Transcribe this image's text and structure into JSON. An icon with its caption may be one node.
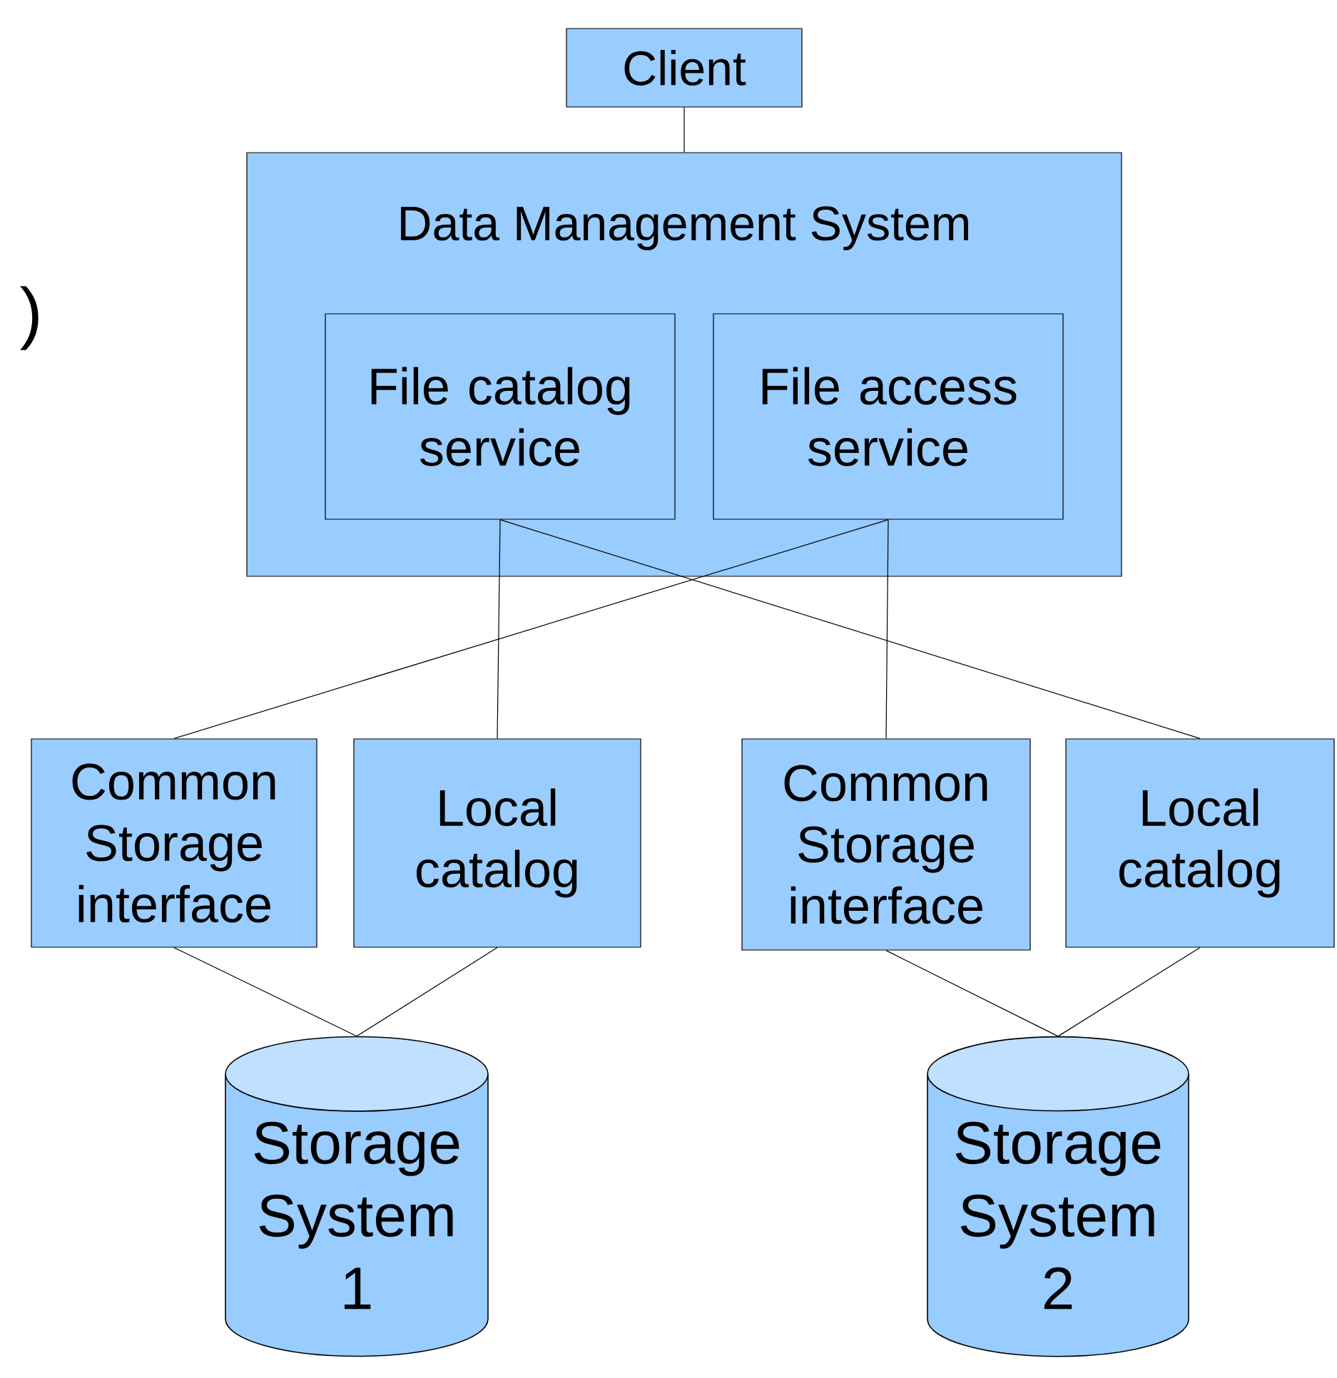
{
  "diagram": {
    "nodes": [
      {
        "text": [
          "Client"
        ]
      },
      {
        "text": [
          "Data Management System"
        ]
      },
      {
        "text": [
          "File catalog service"
        ],
        "in": 1
      },
      {
        "text": [
          "File access service"
        ],
        "in": 1
      },
      {
        "text": [
          "Common Storage interface"
        ]
      },
      {
        "text": [
          "Local catalog"
        ]
      },
      {
        "text": [
          "Common Storage interface"
        ]
      },
      {
        "text": [
          "Local catalog"
        ]
      },
      {
        "text": [
          "Storage System 1"
        ]
      },
      {
        "text": [
          "Storage System 2"
        ]
      }
    ],
    "edges": [
      {
        "from": 0,
        "to": 1,
        "arrow": "none"
      },
      {
        "from": 2,
        "to": 5,
        "arrow": "none"
      },
      {
        "from": 2,
        "to": 7,
        "arrow": "none"
      },
      {
        "from": 3,
        "to": 4,
        "arrow": "none"
      },
      {
        "from": 3,
        "to": 6,
        "arrow": "none"
      },
      {
        "from": 4,
        "to": 8,
        "arrow": "none"
      },
      {
        "from": 5,
        "to": 8,
        "arrow": "none"
      },
      {
        "from": 6,
        "to": 9,
        "arrow": "none"
      },
      {
        "from": 7,
        "to": 9,
        "arrow": "none"
      }
    ],
    "labels": [
      ")"
    ]
  }
}
